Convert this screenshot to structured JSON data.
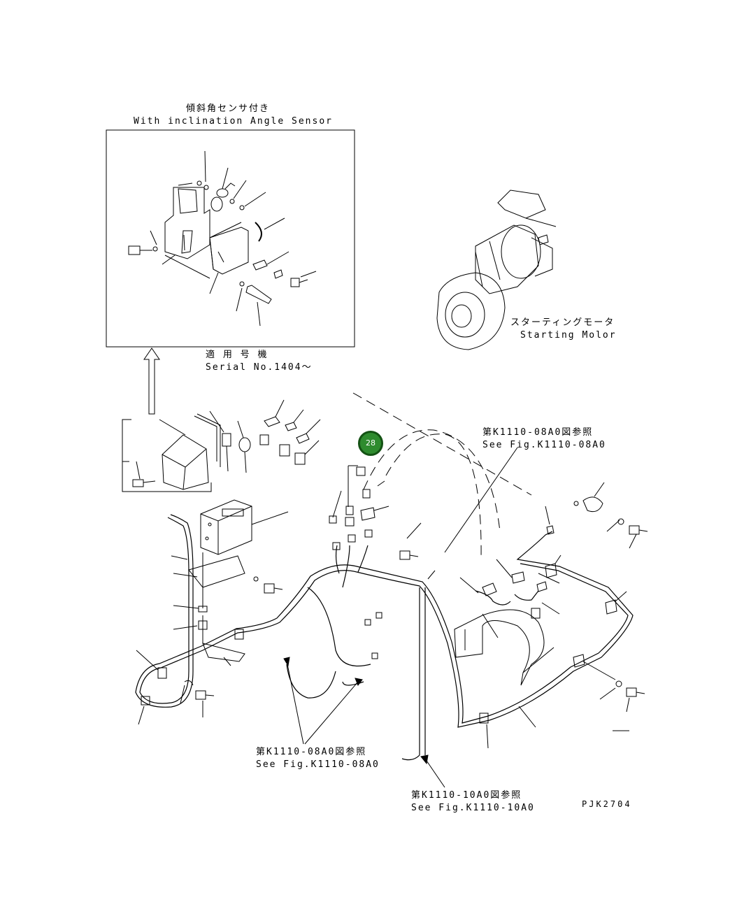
{
  "labels": {
    "inset_title_jp": "傾斜角センサ付き",
    "inset_title_en": "With inclination Angle Sensor",
    "serial_jp": "適 用 号 機",
    "serial_en": "Serial No.1404～",
    "starter_jp": "スターティングモータ",
    "starter_en": "Starting Molor",
    "ref_top_jp": "第K1110-08A0図参照",
    "ref_top_en": "See Fig.K1110-08A0",
    "ref_mid_jp": "第K1110-08A0図参照",
    "ref_mid_en": "See Fig.K1110-08A0",
    "ref_bot_jp": "第K1110-10A0図参照",
    "ref_bot_en": "See Fig.K1110-10A0",
    "drawing_code": "PJK2704"
  },
  "callout": {
    "number": "28",
    "color": "#2e8b2e"
  }
}
